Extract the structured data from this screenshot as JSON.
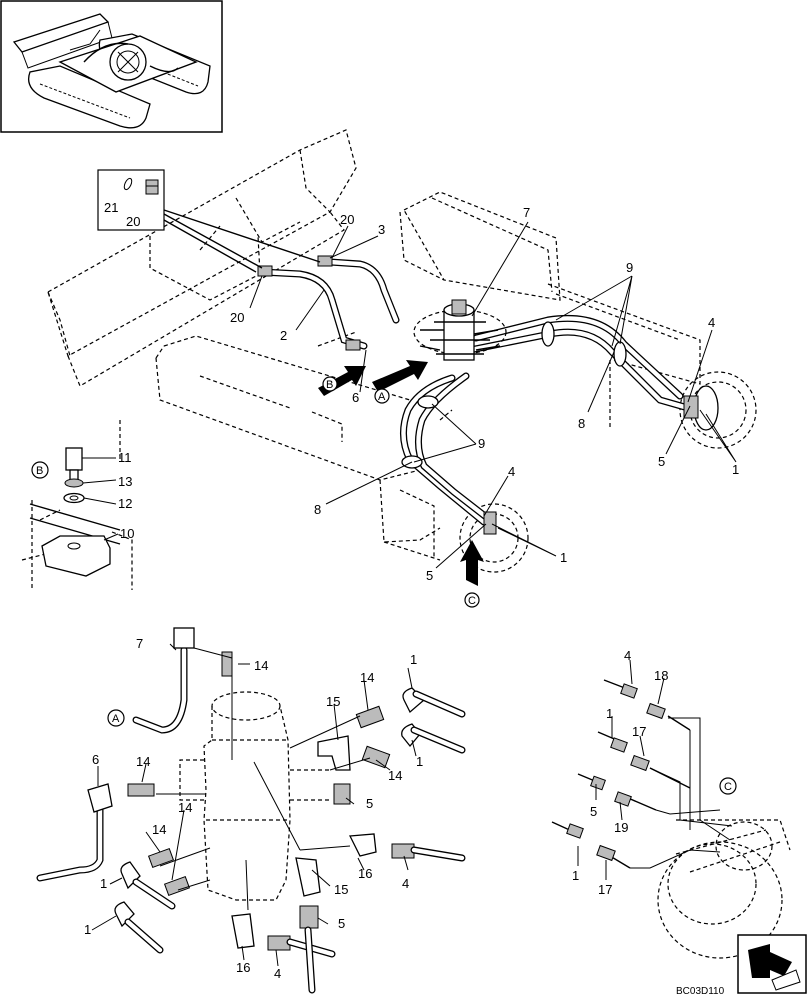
{
  "reference_code": "BC03D110",
  "main_view": {
    "callouts": {
      "c1a": "1",
      "c1b": "1",
      "c2": "2",
      "c3": "3",
      "c4a": "4",
      "c4b": "4",
      "c5a": "5",
      "c5b": "5",
      "c6": "6",
      "c7": "7",
      "c8a": "8",
      "c8b": "8",
      "c9a": "9",
      "c9b": "9",
      "c20a": "20",
      "c20b": "20"
    },
    "arrows": {
      "a": "A",
      "b": "B",
      "c": "C"
    },
    "inset_box": {
      "c21": "21",
      "c20": "20"
    }
  },
  "detail_b": {
    "view_letter": "B",
    "callouts": {
      "c10": "10",
      "c11": "11",
      "c12": "12",
      "c13": "13"
    }
  },
  "detail_a": {
    "view_letter": "A",
    "callouts": {
      "c1a": "1",
      "c1b": "1",
      "c1c": "1",
      "c1d": "1",
      "c4a": "4",
      "c4b": "4",
      "c5a": "5",
      "c5b": "5",
      "c6": "6",
      "c7": "7",
      "c14a": "14",
      "c14b": "14",
      "c14c": "14",
      "c14d": "14",
      "c14e": "14",
      "c14f": "14",
      "c15a": "15",
      "c15b": "15",
      "c16a": "16",
      "c16b": "16"
    }
  },
  "detail_c": {
    "view_letter": "C",
    "callouts": {
      "c4": "4",
      "c18": "18",
      "c1a": "1",
      "c17a": "17",
      "c5": "5",
      "c19": "19",
      "c1b": "1",
      "c17b": "17"
    }
  },
  "icons": [
    "excavator-thumbnail",
    "orientation-arrow-icon"
  ]
}
